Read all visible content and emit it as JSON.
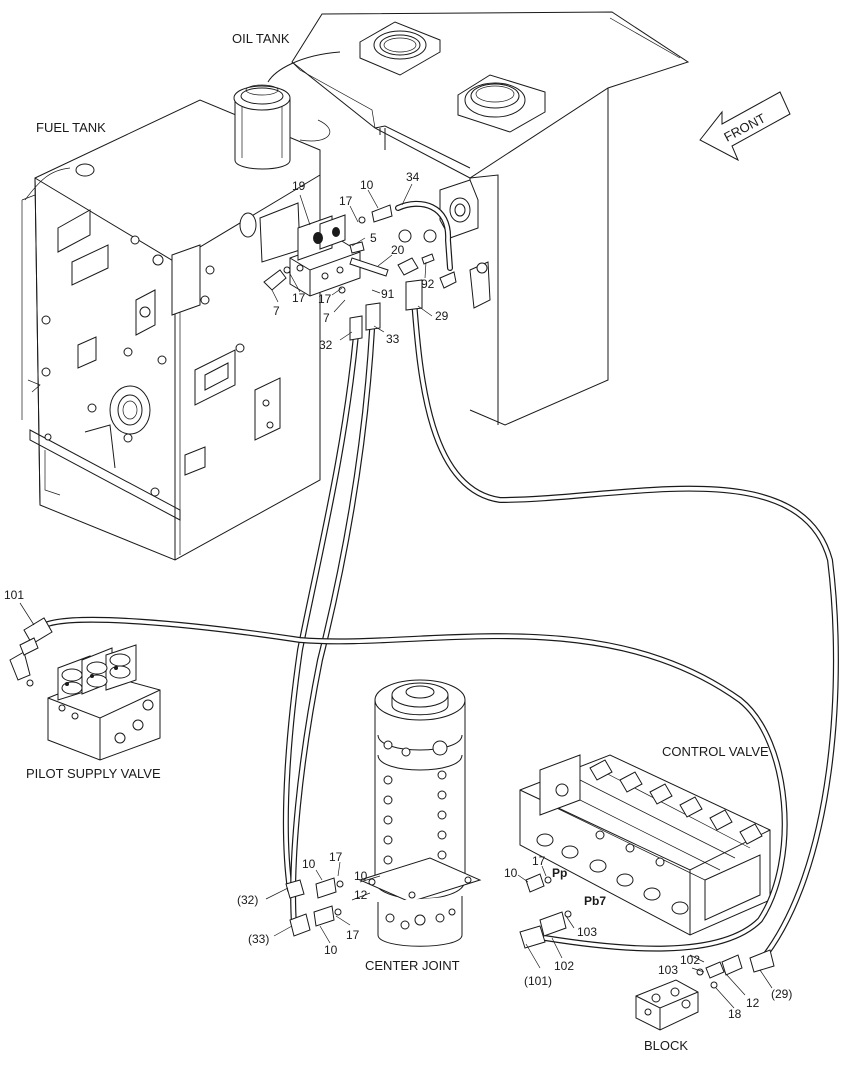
{
  "labels": {
    "oil_tank": "OIL TANK",
    "fuel_tank": "FUEL TANK",
    "front": "FRONT",
    "pilot_supply_valve": "PILOT SUPPLY VALVE",
    "center_joint": "CENTER JOINT",
    "control_valve": "CONTROL VALVE",
    "block": "BLOCK"
  },
  "callouts": {
    "c19": "19",
    "c10a": "10",
    "c34": "34",
    "c17a": "17",
    "c5": "5",
    "c20": "20",
    "c92": "92",
    "c7a": "7",
    "c17b": "17",
    "c17c": "17",
    "c7b": "7",
    "c91": "91",
    "c29": "29",
    "c32": "32",
    "c33": "33",
    "c101": "101",
    "c10b": "10",
    "c17d": "17",
    "c10c": "10",
    "c12a": "12",
    "c17e": "17",
    "c10d": "10",
    "c32p": "(32)",
    "c33p": "(33)",
    "c17f": "17",
    "c10e": "10",
    "pp": "Pp",
    "pb7": "Pb7",
    "c103a": "103",
    "c102a": "102",
    "c101p": "(101)",
    "c102b": "102",
    "c103b": "103",
    "c12b": "12",
    "c18": "18",
    "c29p": "(29)"
  }
}
